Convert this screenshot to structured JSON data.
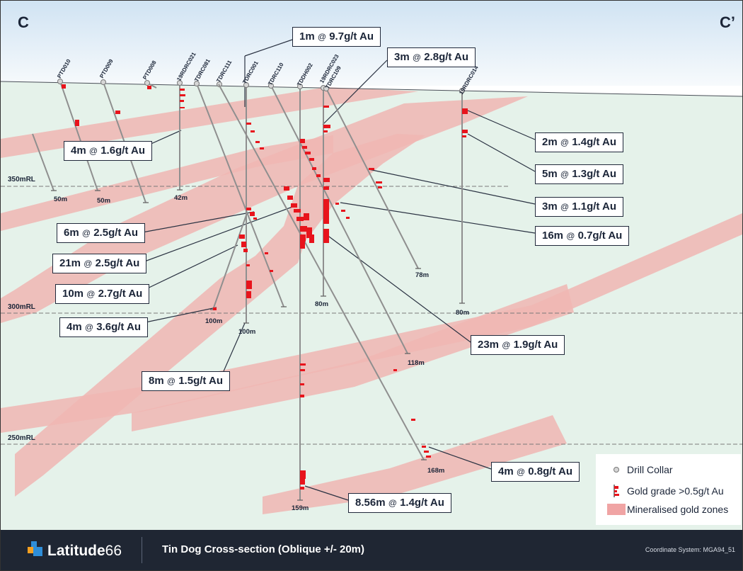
{
  "section": {
    "start_label": "C",
    "end_label": "C’"
  },
  "rl_levels": [
    "350mRL",
    "300mRL",
    "250mRL"
  ],
  "drill_holes": [
    "PTD010",
    "PTD009",
    "PTD008",
    "19RDRC021",
    "TDRC081",
    "TDRC111",
    "TDRC001",
    "TDRC110",
    "TDDH002",
    "19RDRC023",
    "TDRC109",
    "19RDRC014"
  ],
  "end_depths": [
    "50m",
    "50m",
    "42m",
    "100m",
    "100m",
    "80m",
    "78m",
    "80m",
    "118m",
    "168m",
    "159m"
  ],
  "intercepts": [
    {
      "width": "1m",
      "grade": "9.7g/t Au"
    },
    {
      "width": "3m",
      "grade": "2.8g/t Au"
    },
    {
      "width": "4m",
      "grade": "1.6g/t Au"
    },
    {
      "width": "2m",
      "grade": "1.4g/t Au"
    },
    {
      "width": "5m",
      "grade": "1.3g/t Au"
    },
    {
      "width": "3m",
      "grade": "1.1g/t Au"
    },
    {
      "width": "16m",
      "grade": "0.7g/t Au"
    },
    {
      "width": "6m",
      "grade": "2.5g/t Au"
    },
    {
      "width": "21m",
      "grade": "2.5g/t Au"
    },
    {
      "width": "10m",
      "grade": "2.7g/t Au"
    },
    {
      "width": "4m",
      "grade": "3.6g/t Au"
    },
    {
      "width": "23m",
      "grade": "1.9g/t Au"
    },
    {
      "width": "8m",
      "grade": "1.5g/t Au"
    },
    {
      "width": "4m",
      "grade": "0.8g/t Au"
    },
    {
      "width": "8.56m",
      "grade": "1.4g/t Au"
    }
  ],
  "intercept_separator": "@",
  "legend": {
    "drill_collar": "Drill Collar",
    "gold_grade": "Gold grade >0.5g/t Au",
    "mineralised_zones": "Mineralised gold zones"
  },
  "footer": {
    "logo_word": "Latitude",
    "logo_number": "66",
    "title": "Tin Dog Cross-section (Oblique +/- 20m)",
    "coordinate_system": "Coordinate System: MGA94_51"
  },
  "colors": {
    "ground": "#e5f2ea",
    "sky_top": "#d0e3f3",
    "zone": "#f0b6b3",
    "grade": "#e8141c",
    "drill": "#8f8f8f",
    "footer": "#1f2633",
    "logo_blue": "#2f8ed8",
    "logo_orange": "#f5a020"
  },
  "icons": [
    "drill-collar-icon",
    "gold-grade-icon",
    "mineralised-zone-icon",
    "latitude66-logo-icon"
  ]
}
